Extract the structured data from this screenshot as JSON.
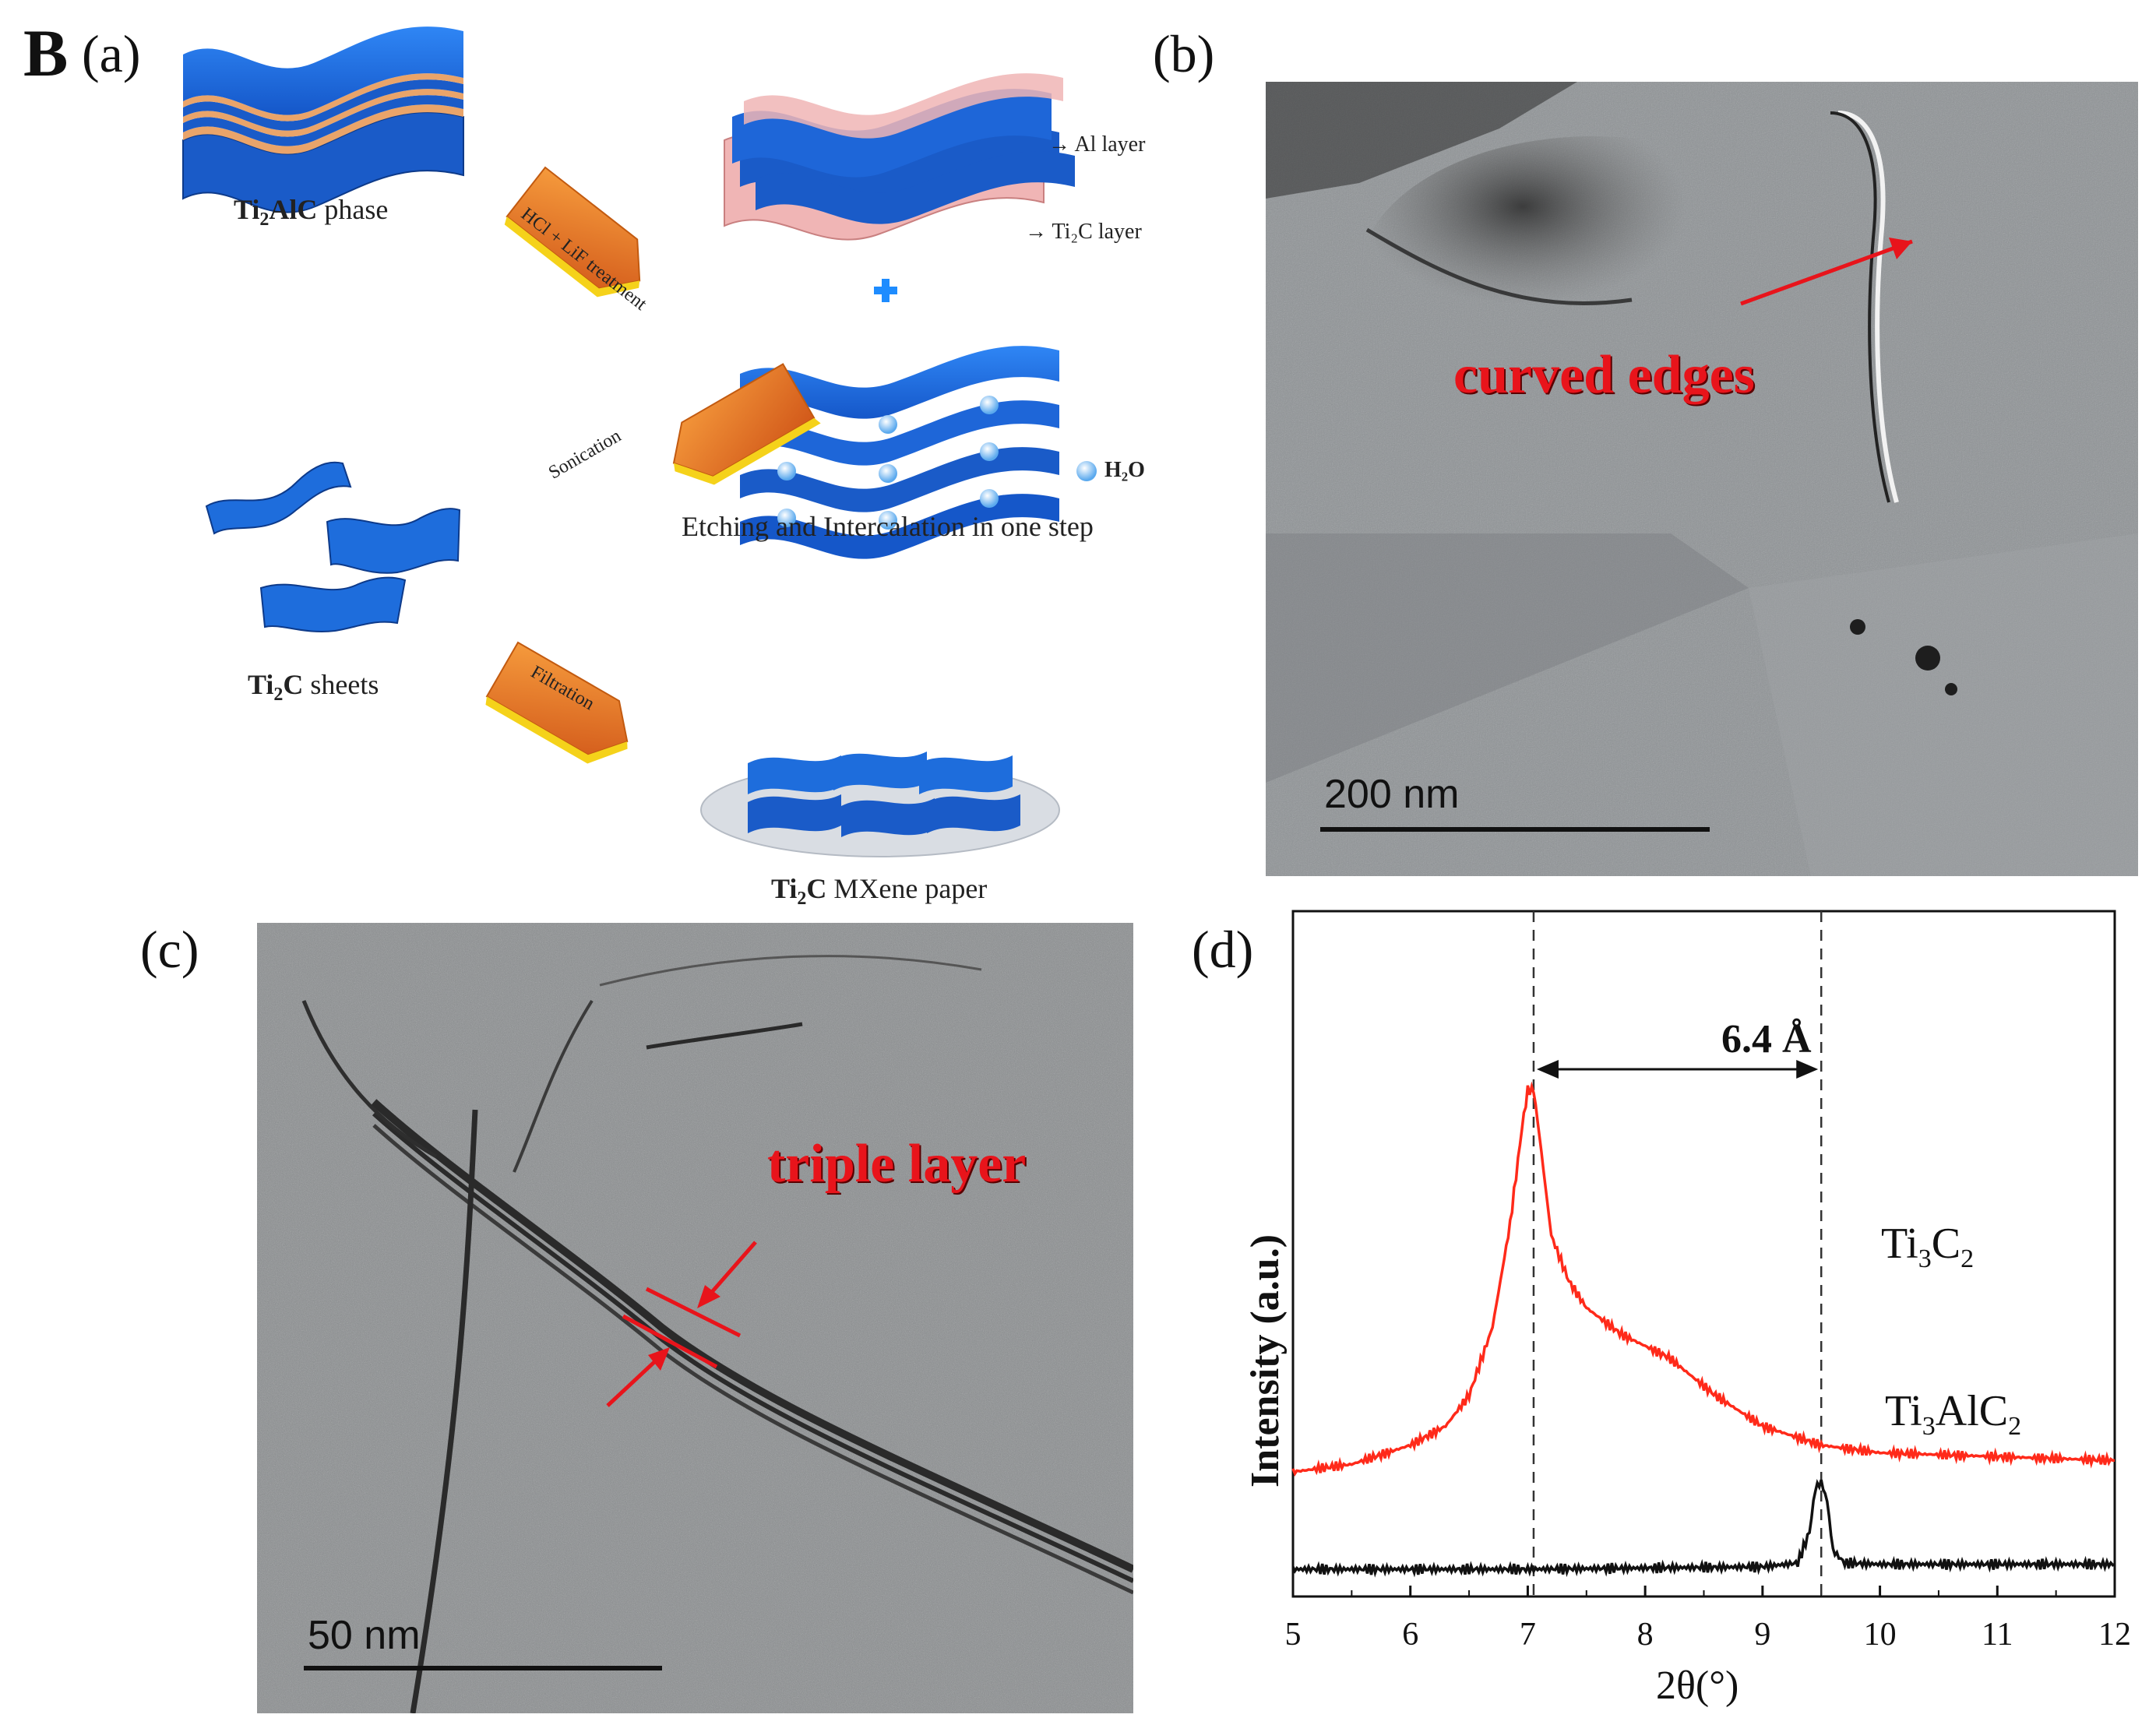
{
  "figure_label": "B",
  "panels": {
    "a": {
      "letter": "(a)",
      "ti2alc_label": "Ti",
      "ti2alc_sub": "2",
      "ti2alc_rest": "AlC",
      "ti2alc_phase": " phase",
      "arrow1_label": "HCl + LiF treatment",
      "al_layer": "→ Al layer",
      "ti2c_layer": "→ Ti₂C layer",
      "h2o_label": "H₂O",
      "etching_caption": "Etching and Intercalation in one step",
      "arrow2_label": "Sonication",
      "arrow3_label": "Filtration",
      "sheets_label_a": "Ti",
      "sheets_label_sub": "2",
      "sheets_label_b": "C",
      "sheets_label_rest": " sheets",
      "paper_label_a": "Ti",
      "paper_label_sub": "2",
      "paper_label_b": "C",
      "paper_label_rest": " MXene paper"
    },
    "b": {
      "letter": "(b)",
      "annotation": "curved edges",
      "scale": "200 nm"
    },
    "c": {
      "letter": "(c)",
      "annotation": "triple layer",
      "scale": "50 nm"
    },
    "d": {
      "letter": "(d)",
      "spacing_label": "6.4 Å",
      "ylabel": "Intensity (a.u.)",
      "xlabel": "2θ(°)",
      "series_top_a": "Ti",
      "series_top_sub1": "3",
      "series_top_b": "C",
      "series_top_sub2": "2",
      "series_bot_a": "Ti",
      "series_bot_sub1": "3",
      "series_bot_b": "AlC",
      "series_bot_sub2": "2"
    }
  },
  "colors": {
    "mxene_blue": "#1f6fe0",
    "arrow_orange": "#e2731f",
    "annotation_red": "#e8141b",
    "xrd_top": "#ff2a1a",
    "xrd_bottom": "#111111"
  },
  "chart_data": {
    "type": "line",
    "xlabel": "2θ(°)",
    "ylabel": "Intensity (a.u.)",
    "xlim": [
      5,
      12
    ],
    "x_ticks": [
      "5",
      "6",
      "7",
      "8",
      "9",
      "10",
      "11",
      "12"
    ],
    "reference_lines_x": [
      7.05,
      9.5
    ],
    "series": [
      {
        "name": "Ti3C2",
        "x": [
          5.0,
          5.5,
          6.0,
          6.3,
          6.5,
          6.7,
          6.85,
          6.95,
          7.0,
          7.05,
          7.1,
          7.2,
          7.35,
          7.5,
          7.8,
          8.2,
          8.6,
          9.0,
          9.5,
          10.0,
          11.0,
          12.0
        ],
        "values": [
          0.0,
          0.02,
          0.07,
          0.12,
          0.2,
          0.38,
          0.65,
          0.9,
          1.0,
          1.0,
          0.88,
          0.62,
          0.5,
          0.43,
          0.36,
          0.3,
          0.2,
          0.12,
          0.07,
          0.05,
          0.04,
          0.03
        ]
      },
      {
        "name": "Ti3AlC2",
        "x": [
          5.0,
          6.0,
          7.0,
          8.0,
          9.0,
          9.3,
          9.4,
          9.45,
          9.5,
          9.55,
          9.6,
          9.7,
          10.0,
          11.0,
          12.0
        ],
        "values": [
          0.0,
          0.0,
          0.0,
          0.01,
          0.02,
          0.05,
          0.3,
          0.65,
          0.7,
          0.55,
          0.15,
          0.05,
          0.04,
          0.04,
          0.04
        ]
      }
    ]
  }
}
